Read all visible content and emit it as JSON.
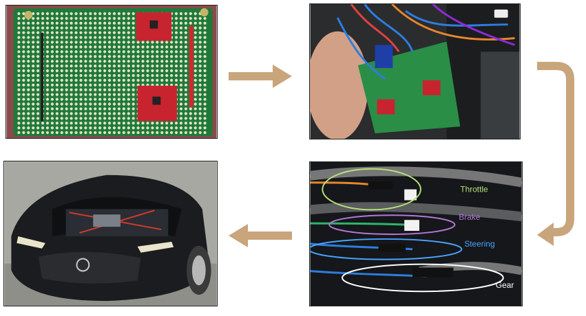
{
  "colors": {
    "arrow": "#c9a57b",
    "pcb_green": "#1f7a3a",
    "sensor_red": "#c8242f",
    "throttle_label": "#b6e07a",
    "brake_label": "#b676d8",
    "steering_label": "#4aa3ff",
    "gear_label": "#ffffff"
  },
  "panels": {
    "pcb_board": {
      "icon": "pcb-icon"
    },
    "wired_board": {
      "icon": "hand-holding-board-icon"
    },
    "wiring_connectors": {
      "labels": {
        "throttle": "Throttle",
        "brake": "Brake",
        "steering": "Steering",
        "gear": "Gear"
      }
    },
    "toy_car": {
      "icon": "car-icon"
    }
  },
  "arrows": [
    {
      "from": "pcb_board",
      "to": "wired_board",
      "direction": "right"
    },
    {
      "from": "wired_board",
      "to": "wiring_connectors",
      "direction": "down-curved"
    },
    {
      "from": "wiring_connectors",
      "to": "toy_car",
      "direction": "left"
    }
  ]
}
